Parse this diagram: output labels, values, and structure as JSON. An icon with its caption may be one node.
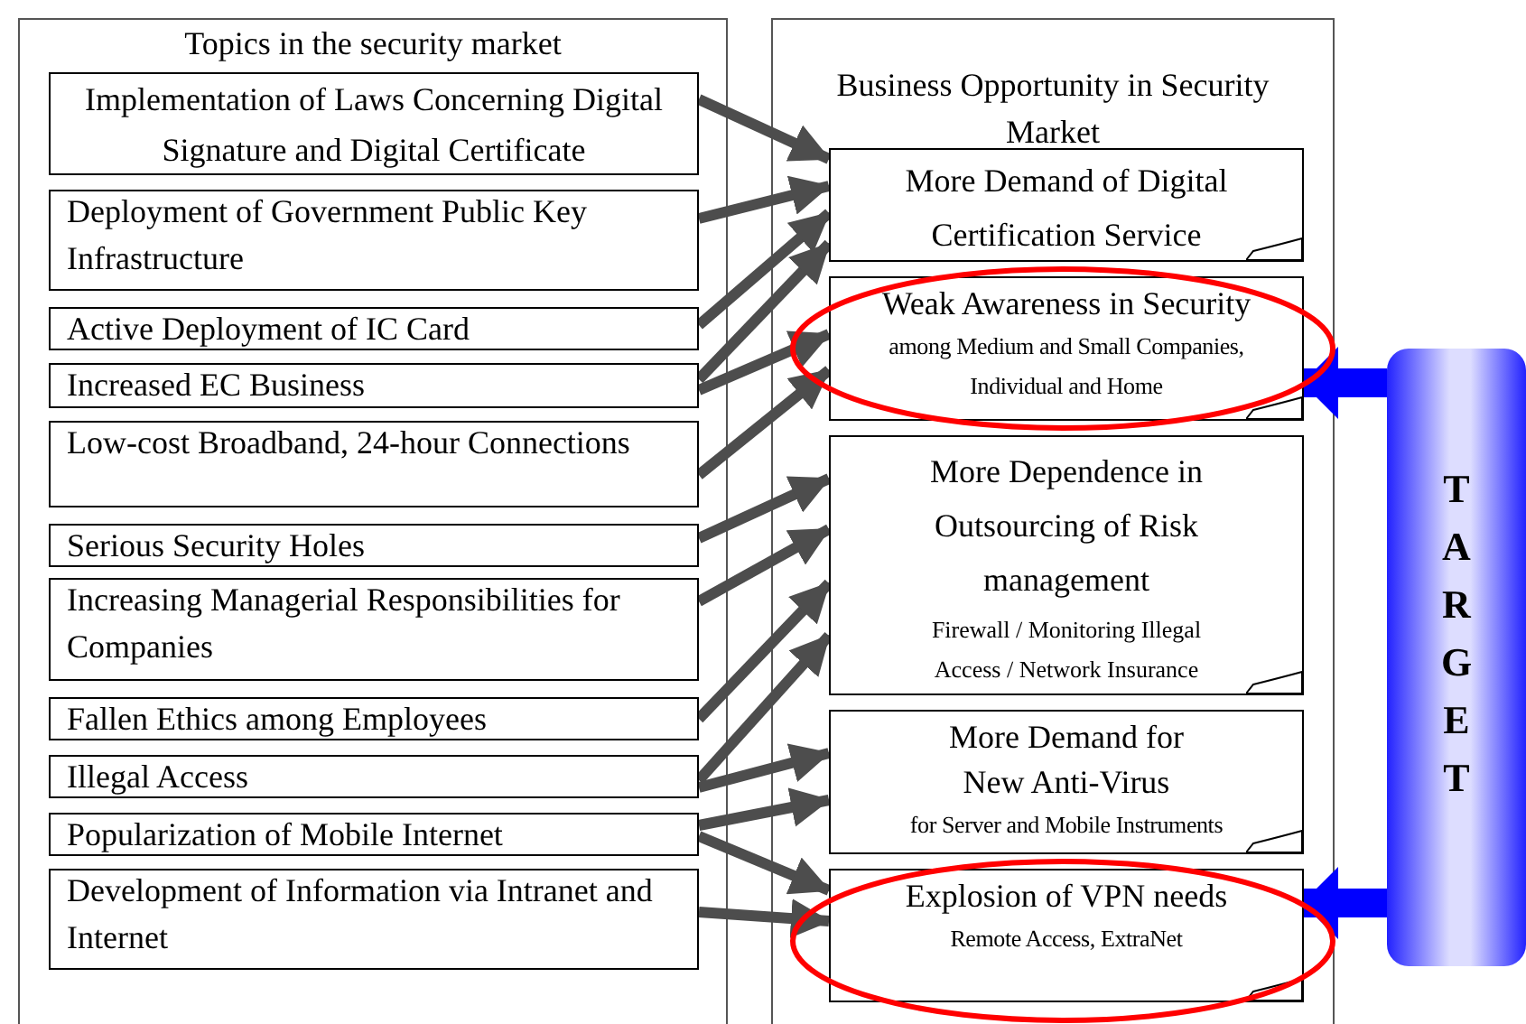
{
  "diagram": {
    "nodes": [
      {
        "text": [
          "Topics in the security market"
        ]
      },
      {
        "text": [
          "Implementation of Laws Concerning Digital Signature and Digital Certificate"
        ],
        "in": 0
      },
      {
        "text": [
          "Deployment of Government Public Key Infrastructure"
        ],
        "in": 0
      },
      {
        "text": [
          "Active Deployment of IC Card"
        ],
        "in": 0
      },
      {
        "text": [
          "Increased EC Business"
        ],
        "in": 0
      },
      {
        "text": [
          "Low-cost Broadband, 24-hour Connections"
        ],
        "in": 0
      },
      {
        "text": [
          "Serious Security Holes"
        ],
        "in": 0
      },
      {
        "text": [
          "Increasing Managerial Responsibilities for Companies"
        ],
        "in": 0
      },
      {
        "text": [
          "Fallen Ethics among Employees"
        ],
        "in": 0
      },
      {
        "text": [
          "Illegal Access"
        ],
        "in": 0
      },
      {
        "text": [
          "Popularization of Mobile Internet"
        ],
        "in": 0
      },
      {
        "text": [
          "Development of Information via Intranet and Internet"
        ],
        "in": 0
      },
      {
        "text": [
          "Business Opportunity in Security Market"
        ]
      },
      {
        "text": [
          "More Demand of Digital Certification Service"
        ],
        "in": 12
      },
      {
        "text": [
          "Weak Awareness in Security",
          "among Medium and Small Companies, Individual and Home"
        ],
        "in": 12
      },
      {
        "text": [
          "More Dependence in Outsourcing of Risk management",
          "Firewall / Monitoring Illegal Access /  Network Insurance"
        ],
        "in": 12
      },
      {
        "text": [
          "More Demand for New Anti-Virus",
          "for Server and Mobile Instruments"
        ],
        "in": 12
      },
      {
        "text": [
          "Explosion of VPN needs",
          "Remote Access, ExtraNet"
        ],
        "in": 12
      },
      {
        "text": [
          "TARGET"
        ]
      }
    ],
    "edges": [
      {
        "from": 1,
        "to": 13,
        "arrow": "to"
      },
      {
        "from": 2,
        "to": 13,
        "arrow": "to"
      },
      {
        "from": 3,
        "to": 13,
        "arrow": "to"
      },
      {
        "from": 4,
        "to": 13,
        "arrow": "to"
      },
      {
        "from": 4,
        "to": 14,
        "arrow": "to"
      },
      {
        "from": 5,
        "to": 14,
        "arrow": "to"
      },
      {
        "from": 6,
        "to": 15,
        "arrow": "to"
      },
      {
        "from": 7,
        "to": 15,
        "arrow": "to"
      },
      {
        "from": 8,
        "to": 15,
        "arrow": "to"
      },
      {
        "from": 9,
        "to": 15,
        "arrow": "to"
      },
      {
        "from": 9,
        "to": 16,
        "arrow": "to"
      },
      {
        "from": 10,
        "to": 16,
        "arrow": "to"
      },
      {
        "from": 10,
        "to": 17,
        "arrow": "to"
      },
      {
        "from": 11,
        "to": 17,
        "arrow": "to"
      },
      {
        "from": 18,
        "to": 14,
        "arrow": "to",
        "style": "thick",
        "color": "#0000ff"
      },
      {
        "from": 18,
        "to": 17,
        "arrow": "to",
        "style": "thick",
        "color": "#0000ff"
      }
    ]
  }
}
